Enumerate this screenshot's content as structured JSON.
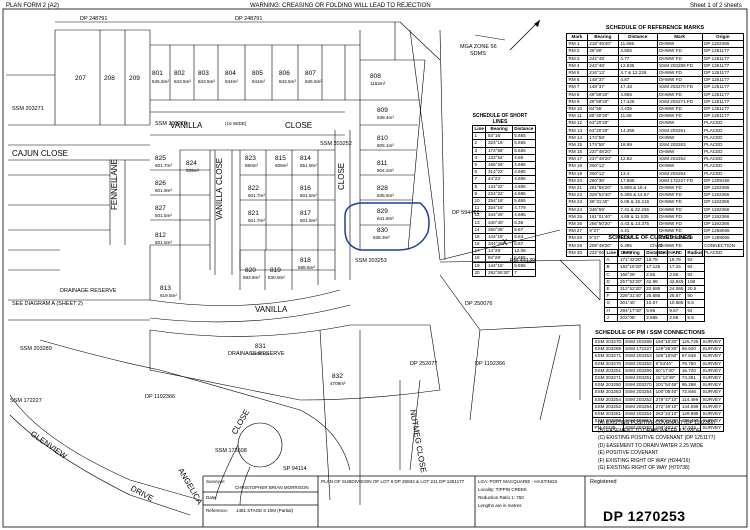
{
  "header": {
    "left": "PLAN FORM 2 (A2)",
    "warning": "WARNING: CREASING OR FOLDING WILL LEAD TO REJECTION",
    "sheet": "Sheet 1 of 2 sheets"
  },
  "roads": {
    "vanilla_close_top": "VANILLA",
    "close_top": "CLOSE",
    "vanilla_vertical": "VANILLA",
    "close_vertical": "CLOSE",
    "close_right": "CLOSE",
    "vanilla_bottom": "VANILLA",
    "fennel_lane": "FENNEL",
    "lane": "LANE",
    "cajun_close": "CAJUN CLOSE",
    "glenview": "GLENVIEW",
    "drive": "DRIVE",
    "angelica": "ANGELICA",
    "close_bottom": "CLOSE",
    "nutmeg_close": "NUTMEG CLOSE",
    "width16": "(16 WIDE)"
  },
  "lots": {
    "l801": "801",
    "l802": "802",
    "l803": "803",
    "l804": "804",
    "l805": "805",
    "l806": "806",
    "l807": "807",
    "l808": "808",
    "l809": "809",
    "l810": "810",
    "l811": "811",
    "l812": "812",
    "l813": "813",
    "l814": "814",
    "l815": "815",
    "l816": "816",
    "l817": "817",
    "l818": "818",
    "l819": "819",
    "l820": "820",
    "l821": "821",
    "l822": "822",
    "l823": "823",
    "l824": "824",
    "l825": "825",
    "l826": "826",
    "l827": "827",
    "l828": "828",
    "l829": "829",
    "l830": "830",
    "l831": "831",
    "l832": "832",
    "l207": "207",
    "l208": "208",
    "l209": "209"
  },
  "areas": {
    "a801": "845.5m²",
    "a802": "843.5m²",
    "a803": "843.5m²",
    "a804": "844m²",
    "a805": "844m²",
    "a806": "843.5m²",
    "a807": "845.5m²",
    "a808": "1152m²",
    "a809": "638.4m²",
    "a810": "605.1m²",
    "a811": "604.2m²",
    "a828": "635.6m²",
    "a829": "641.8m²",
    "a830": "638.3m²",
    "a831": "1.166 Ha",
    "a832": "4709m²",
    "a812": "501.5m²",
    "a813": "619.5m²",
    "a826": "601.9m²",
    "a827": "501.5m²",
    "a825": "501.7m²",
    "a824": "539m²",
    "a823": "550m²",
    "a822": "501.7m²",
    "a821": "501.7m²",
    "a820": "583.9m²",
    "a819": "530.9m²",
    "a818": "598.5m²",
    "a817": "501.5m²",
    "a816": "501.5m²",
    "a815": "506m²",
    "a814": "551.9m²"
  },
  "labels": {
    "dp_top1": "DP 248791",
    "dp_top2": "DP 248791",
    "dp_right": "DP 594422",
    "dp_250076": "DP 250076",
    "dp_252077": "DP 252077",
    "dp_1192366": "DP 1192366",
    "dp_1192366b": "DP 1192366",
    "dp_94114": "SP 94114",
    "drainage1": "DRAINAGE RESERVE",
    "drainage2": "DRAINAGE RESERVE",
    "see_diagram": "SEE DIAGRAM A (SHEET 2)",
    "mga_zone": "MGA ZONE 56",
    "sdms": "SDMS",
    "ssm1": "SSM 203271",
    "ssm2": "SSM 203270",
    "ssm3": "SSM 203252",
    "ssm4": "SSM 203253",
    "ssm5": "SSM 203289",
    "ssm6": "SSM 172227",
    "ssm7": "SSM 173508",
    "pm": "PM 44139",
    "x_mark": "X"
  },
  "ref_marks": {
    "title": "SCHEDULE OF REFERENCE MARKS",
    "headers": [
      "Mark",
      "Bearing",
      "Distance",
      "Mark",
      "Origin"
    ],
    "rows": [
      [
        "RM 1",
        "218°49'40\"",
        "11.665",
        "DHWW",
        "DP 1192366"
      ],
      [
        "RM 2",
        "36°80'",
        "4.555",
        "DHWW FD",
        "DP 1251177"
      ],
      [
        "RM 3",
        "242°48'",
        "4.77",
        "DHWW FD",
        "DP 1251177"
      ],
      [
        "RM 4",
        "242°48'",
        "12.835",
        "SSM 203289 FD",
        "DP 1251177"
      ],
      [
        "RM 5",
        "216°13'",
        "4.7 & 12.226",
        "DHWW FD",
        "DP 1251177"
      ],
      [
        "RM 6",
        "148°37'",
        "4.87",
        "DHWW FD",
        "DP 1251177"
      ],
      [
        "RM 7",
        "148°37'",
        "17.48",
        "SSM 203270 FD",
        "DP 1251177"
      ],
      [
        "RM 8",
        "49°59'20\"",
        "4.865",
        "DHWW FD",
        "DP 1251177"
      ],
      [
        "RM 9",
        "49°59'20\"",
        "17.425",
        "SSM 203271 FD",
        "DP 1251177"
      ],
      [
        "RM 10",
        "84°55'",
        "4.435",
        "DHWW FD",
        "DP 1251177"
      ],
      [
        "RM 11",
        "85°40'20\"",
        "11.68",
        "DHWW FD",
        "DP 1251177"
      ],
      [
        "RM 12",
        "63°20'20\"",
        "",
        "DHWW",
        "PLACED"
      ],
      [
        "RM 13",
        "63°20'20\"",
        "14.355",
        "SSM 203251",
        "PLACED"
      ],
      [
        "RM 14",
        "174°58'",
        "",
        "DHWW",
        "PLACED"
      ],
      [
        "RM 15",
        "174°58'",
        "18.99",
        "SSM 203263",
        "PLACED"
      ],
      [
        "RM 16",
        "237°48'20\"",
        "",
        "DHWW",
        "PLACED"
      ],
      [
        "RM 17",
        "237°48'20\"",
        "12.82",
        "SSM 203252",
        "PLACED"
      ],
      [
        "RM 18",
        "300°12'",
        "",
        "DHWW",
        "PLACED"
      ],
      [
        "RM 19",
        "300°12'",
        "13.4",
        "SSM 203254",
        "PLACED"
      ],
      [
        "RM 20",
        "260°36'",
        "17.565",
        "SSM 172227 FD",
        "DP 1209156"
      ],
      [
        "RM 21",
        "261°55'20\"",
        "5.805 & 18.4",
        "DHWW FD",
        "DP 1192366"
      ],
      [
        "RM 22",
        "329°52'40\"",
        "5.305 & 14.57",
        "DHWW FD",
        "DP 1192366"
      ],
      [
        "RM 23",
        "39°31'40\"",
        "5.08 & 15.215",
        "DHWW FD",
        "DP 1192366"
      ],
      [
        "RM 24",
        "346°59'",
        "7.41 & 22.235",
        "DHWW FD",
        "DP 1192366"
      ],
      [
        "RM 25",
        "161°01'40\"",
        "4.69 & 11.535",
        "DHWW FD",
        "DP 1192366"
      ],
      [
        "RM 26",
        "256°50'20\"",
        "4.43 & 13.375",
        "DHWW FD",
        "DP 1192366"
      ],
      [
        "RM 27",
        "9°27'",
        "4.41",
        "DHWW FD",
        "DP 1268065"
      ],
      [
        "RM 28",
        "9°27'",
        "13.29",
        "SSM 203251 FD",
        "DP 1268065"
      ],
      [
        "RM 29",
        "209°49'20\"",
        "5.395",
        "DHWW FD",
        "CONNECTION"
      ],
      [
        "RM 30",
        "222°06'",
        "19.77",
        "DHWW FD",
        "PLACED"
      ]
    ]
  },
  "short_lines": {
    "title": "SCHEDULE OF SHORT LINES",
    "headers": [
      "Line",
      "Bearing",
      "Distance"
    ],
    "rows": [
      [
        "1",
        "54°16'",
        "5.655"
      ],
      [
        "2",
        "324°16'",
        "5.655"
      ],
      [
        "3",
        "174°58'",
        "5.655"
      ],
      [
        "4",
        "132°52'",
        "4.98"
      ],
      [
        "5",
        "166°29'",
        "4.685"
      ],
      [
        "6",
        "314°22'",
        "4.685"
      ],
      [
        "7",
        "44°22'",
        "4.685"
      ],
      [
        "8",
        "134°22'",
        "4.685"
      ],
      [
        "9",
        "224°22'",
        "4.685"
      ],
      [
        "10",
        "254°16'",
        "5.655"
      ],
      [
        "11",
        "324°16'",
        "4.779"
      ],
      [
        "12",
        "344°29'",
        "4.685"
      ],
      [
        "13",
        "340°40'",
        "6.38"
      ],
      [
        "14",
        "260°28'",
        "5.67"
      ],
      [
        "15",
        "144°15'",
        "5.63"
      ],
      [
        "16",
        "344°29'",
        "5.67"
      ],
      [
        "17",
        "14°29'",
        "12.05"
      ],
      [
        "18",
        "94°29'",
        "5.655"
      ],
      [
        "19",
        "144°15'",
        "5.655"
      ],
      [
        "20",
        "292°55'30\"",
        "7"
      ]
    ]
  },
  "curved_lines": {
    "title": "SCHEDULE OF CURVED LINES",
    "chord": "Chord",
    "headers": [
      "Line",
      "Bearing",
      "Distance",
      "Arc",
      "Radius"
    ],
    "rows": [
      [
        "A",
        "171°42'20\"",
        "16.78",
        "16.78",
        "92"
      ],
      [
        "B",
        "182°16'20\"",
        "17.125",
        "17.15",
        "92"
      ],
      [
        "C",
        "166°26'",
        "2.65",
        "2.65",
        "92"
      ],
      [
        "D",
        "257°52'20\"",
        "42.98",
        "42.945",
        "108"
      ],
      [
        "E",
        "312°52'20\"",
        "22.695",
        "24.065",
        "20.5"
      ],
      [
        "F",
        "228°31'40\"",
        "25.585",
        "25.67",
        "90"
      ],
      [
        "G",
        "301°40'",
        "10.57",
        "10.685",
        "9.5"
      ],
      [
        "H",
        "294°17'40\"",
        "9.66",
        "9.67",
        "92"
      ],
      [
        "J",
        "202°08'",
        "2.885",
        "2.88",
        "9.5"
      ]
    ]
  },
  "pm_ssm": {
    "title": "SCHEDULE OF PM / SSM CONNECTIONS",
    "rows": [
      [
        "SSM 203270",
        "SSM 203289",
        "194°15'20\"",
        "125.725",
        "SURVEY"
      ],
      [
        "SSM 203289",
        "SSM 172227",
        "129°25'20\"",
        "56.620",
        "SURVEY"
      ],
      [
        "SSM 203271",
        "SSM 203253",
        "185°18'50\"",
        "87.649",
        "SURVEY"
      ],
      [
        "SSM 203270",
        "SSM 203253",
        "8°54'40\"",
        "78.750",
        "SURVEY"
      ],
      [
        "SSM 203251",
        "SSM 203289",
        "60°17'40\"",
        "16.720",
        "SURVEY"
      ],
      [
        "SSM 203271",
        "SSM 203251",
        "15°12'49\"",
        "74.281",
        "SURVEY"
      ],
      [
        "SSM 203250",
        "SSM 203270",
        "101°54'49\"",
        "95.298",
        "SURVEY"
      ],
      [
        "SSM 203253",
        "SSM 203254",
        "100°06'40\"",
        "72.846",
        "SURVEY"
      ],
      [
        "SSM 203254",
        "SSM 203252",
        "279°47'10\"",
        "114.499",
        "SURVEY"
      ],
      [
        "SSM 203252",
        "SSM 203254",
        "272°46'10\"",
        "144.699",
        "SURVEY"
      ],
      [
        "SSM 203251",
        "SSM 203254",
        "263°24'10\"",
        "128.895",
        "SURVEY"
      ],
      [
        "SSM 203250",
        "SSM 203251",
        "205°31'20\"",
        "150.450",
        "SURVEY"
      ],
      [
        "PM 44139",
        "SSM 203252",
        "199°40'14\"",
        "17.532",
        "SURVEY"
      ]
    ]
  },
  "legend": {
    "rows": [
      "(A)   EXISTING POSITIVE COVENANT (DP 1192366)",
      "(B)   EASEMENT TO DRAIN WATER 1.5 WIDE",
      "(C)   EXISTING POSITIVE COVENANT (DP 1251177)",
      "(D)   EASEMENT TO DRAIN WATER 2.25 WIDE",
      "(E)   POSITIVE COVENANT",
      "(F)   EXISTING RIGHT OF WAY (H244/16)",
      "(G)   EXISTING RIGHT OF WAY (H70738)"
    ]
  },
  "footer": {
    "surveyor_lbl": "Surveyor:",
    "surveyor": "CHRISTOPHER BRIAN MORRISON",
    "date_lbl": "Date:",
    "reference_lbl": "Reference:",
    "reference": "1481 STAGE 8   10M (Partial)",
    "plan_of": "PLAN OF SUBDIVISION OF LOT 6 DP 25834 & LOT 211 DP 1251177",
    "lga": "LGA: PORT MACQUARIE - HASTINGS",
    "locality": "Locality: TIPPIN CREEK",
    "reduction": "Reduction Ratio 1: 750",
    "lengths": "Lengths are in metres",
    "registered": "Registered",
    "dp": "DP 1270253"
  }
}
